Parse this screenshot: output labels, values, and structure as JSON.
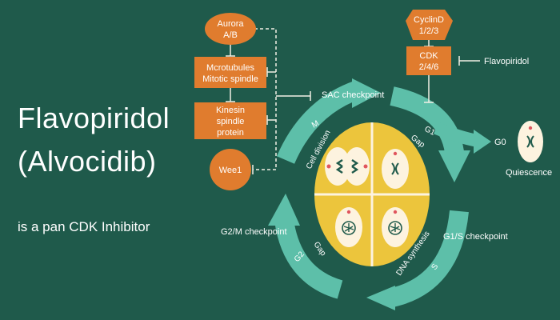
{
  "title_line1": "Flavopiridol",
  "title_line2": "(Alvocidib)",
  "subtitle": "is a pan CDK Inhibitor",
  "nodes": {
    "aurora": [
      "Aurora",
      "A/B"
    ],
    "microtubules": [
      "Mcrotubules",
      "Mitotic spindle"
    ],
    "kinesin": [
      "Kinesin",
      "spindle",
      "protein"
    ],
    "wee1": "Wee1",
    "cyclind": [
      "CyclinD",
      "1/2/3"
    ],
    "cdk": [
      "CDK",
      "2/4/6"
    ],
    "flavopiridol": "Flavopiridol"
  },
  "checkpoints": {
    "sac": "SAC checkpoint",
    "g2m": "G2/M checkpoint",
    "g1s": "G1/S checkpoint"
  },
  "phases": {
    "m": "M",
    "cell_division": "Cell division",
    "g1": "G1",
    "gap_top": "Gap",
    "s": "S",
    "dna_synthesis": "DNA synthesis",
    "g2": "G2",
    "gap_bottom": "Gap",
    "g0": "G0",
    "quiescence": "Quiescence"
  },
  "colors": {
    "background": "#1f5a4b",
    "orange": "#e07c2e",
    "teal_arrow": "#5dbfa9",
    "yellow": "#ecc53c",
    "cell": "#fdf3df",
    "connector": "#f2efe4"
  }
}
